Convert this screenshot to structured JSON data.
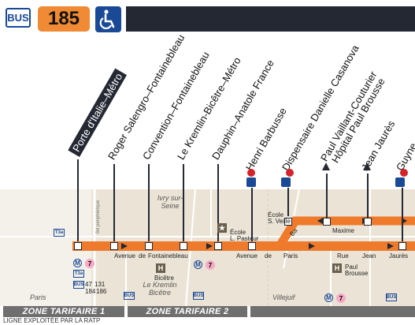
{
  "header": {
    "bus_tag": "BUS",
    "line_number": "185",
    "accessibility_icon": "wheelchair-icon",
    "colors": {
      "line": "#f08a34",
      "brand": "#1a4a96",
      "dark": "#232833",
      "route": "#ef7a2b"
    }
  },
  "stops": [
    {
      "name": "Porte d'Italie–Métro",
      "terminus": true
    },
    {
      "name": "Roger Salengro–Fontainebleau"
    },
    {
      "name": "Convention–Fontainebleau"
    },
    {
      "name": "Le Kremlin-Bicêtre–Métro"
    },
    {
      "name": "Dauphin–Anatole France"
    },
    {
      "name": "Henri Barbusse"
    },
    {
      "name": "Dispensaire Danielle Casanova"
    },
    {
      "name": "Paul Vaillant-Couturier"
    },
    {
      "name": "Hôpital Paul Brousse"
    },
    {
      "name": "Jean Jaurès"
    },
    {
      "name": "Guyne"
    }
  ],
  "map": {
    "towns": [
      "Paris",
      "Ivry sur-Seine",
      "Le Kremlin Bicêtre",
      "Villejuif"
    ],
    "streets": {
      "avenue_fontainebleau": [
        "Avenue",
        "de",
        "Fontainebleau"
      ],
      "avenue_paris": [
        "Avenue",
        "de",
        "Paris"
      ],
      "rue_jean_jaures": [
        "Rue",
        "Jean",
        "Jaurès"
      ],
      "maxime": "Maxime",
      "bd_peripherique": "Bd périphérique",
      "ba": "Ba"
    },
    "places": {
      "ecole_pasteur": [
        "École",
        "L. Pasteur"
      ],
      "ecole_veille": [
        "École",
        "S. Veille"
      ],
      "bicetre": "Bicêtre",
      "paul_brousse": [
        "Paul",
        "Brousse"
      ]
    },
    "connections": {
      "metro_line": "7",
      "tram": "T3a",
      "bus_label": "BUS",
      "bus_numbers": [
        "47",
        "131",
        "184",
        "186"
      ],
      "hospital": "H",
      "metro": "M"
    }
  },
  "zones": [
    "ZONE TARIFAIRE 1",
    "ZONE TARIFAIRE 2"
  ],
  "footer": "LIGNE EXPLOITÉE PAR LA RATP"
}
